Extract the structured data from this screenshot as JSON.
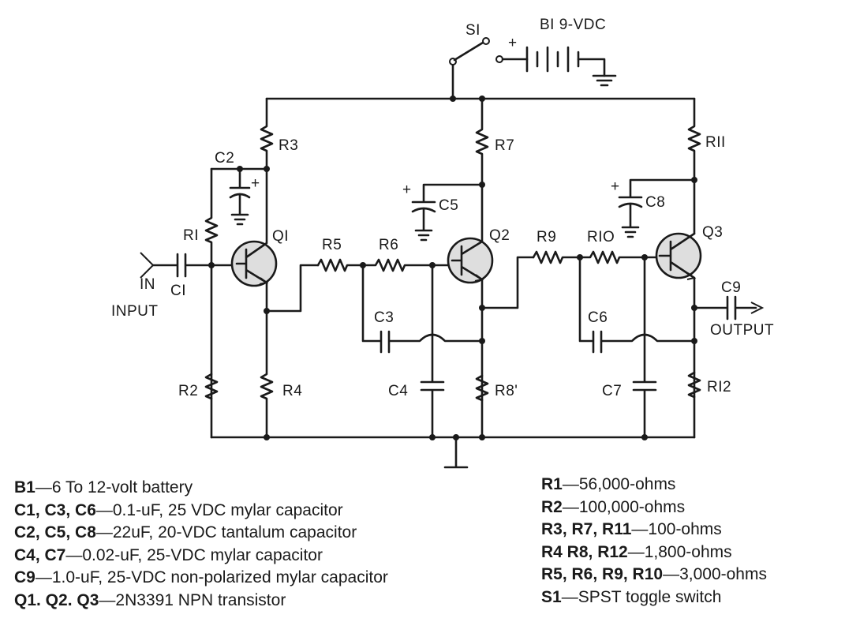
{
  "diagram": {
    "labels": {
      "s1": "SI",
      "b1": "BI 9-VDC",
      "plus": "+",
      "r1": "RI",
      "r2": "R2",
      "r3": "R3",
      "r4": "R4",
      "r5": "R5",
      "r6": "R6",
      "r7": "R7",
      "r8": "R8'",
      "r9": "R9",
      "r10": "RIO",
      "r11": "RII",
      "r12": "RI2",
      "c1": "CI",
      "c2": "C2",
      "c3": "C3",
      "c4": "C4",
      "c5": "C5",
      "c6": "C6",
      "c7": "C7",
      "c8": "C8",
      "c9": "C9",
      "q1": "QI",
      "q2": "Q2",
      "q3": "Q3",
      "in": "IN",
      "input": "INPUT",
      "output": "OUTPUT"
    }
  },
  "parts_list": {
    "left": [
      {
        "ref": "B1",
        "desc": "—6 To 12-volt battery"
      },
      {
        "ref": "C1, C3, C6",
        "desc": "—0.1-uF, 25 VDC mylar capacitor"
      },
      {
        "ref": "C2, C5, C8",
        "desc": "—22uF, 20-VDC tantalum capacitor"
      },
      {
        "ref": "C4, C7",
        "desc": "—0.02-uF, 25-VDC mylar capacitor"
      },
      {
        "ref": "C9",
        "desc": "—1.0-uF, 25-VDC non-polarized mylar capacitor"
      },
      {
        "ref": "Q1. Q2. Q3",
        "desc": "—2N3391 NPN transistor"
      }
    ],
    "right": [
      {
        "ref": "R1",
        "desc": "—56,000-ohms"
      },
      {
        "ref": "R2",
        "desc": "—100,000-ohms"
      },
      {
        "ref": "R3, R7, R11",
        "desc": "—100-ohms"
      },
      {
        "ref": "R4 R8, R12",
        "desc": "—1,800-ohms"
      },
      {
        "ref": "R5, R6, R9, R10",
        "desc": "—3,000-ohms"
      },
      {
        "ref": "S1",
        "desc": "—SPST toggle switch"
      }
    ]
  }
}
